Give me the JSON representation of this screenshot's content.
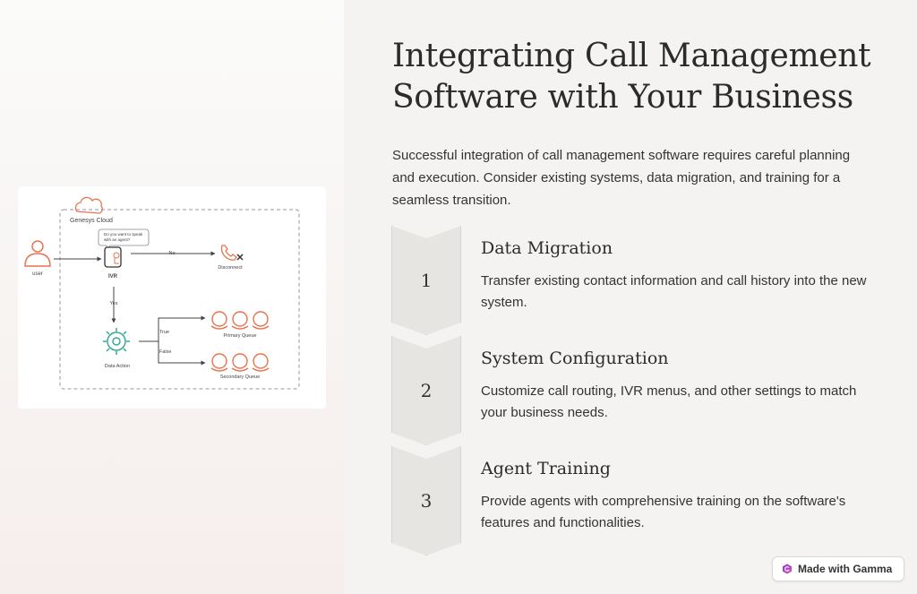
{
  "slide": {
    "title_line1": "Integrating Call Management",
    "title_line2": "Software with Your Business",
    "intro": "Successful integration of call management software requires careful planning and execution. Consider existing systems, data migration, and training for a seamless transition."
  },
  "diagram": {
    "cloud_label": "Genesys Cloud",
    "bubble_line1": "Do you want to speak",
    "bubble_line2": "with an agent?",
    "user_label": "user",
    "ivr_label": "IVR",
    "no_label": "No",
    "yes_label": "Yes",
    "disconnect_label": "Disconnect",
    "true_label": "True",
    "false_label": "False",
    "data_action_label": "Data Action",
    "primary_queue_label": "Primary Queue",
    "secondary_queue_label": "Secondary Queue",
    "accent_color": "#e8744f"
  },
  "steps": [
    {
      "number": "1",
      "title": "Data Migration",
      "description": "Transfer existing contact information and call history into the new system."
    },
    {
      "number": "2",
      "title": "System Configuration",
      "description": "Customize call routing, IVR menus, and other settings to match your business needs."
    },
    {
      "number": "3",
      "title": "Agent Training",
      "description": "Provide agents with comprehensive training on the software's features and functionalities."
    }
  ],
  "badge": {
    "label": "Made with Gamma",
    "icon": "gamma-logo-icon"
  }
}
